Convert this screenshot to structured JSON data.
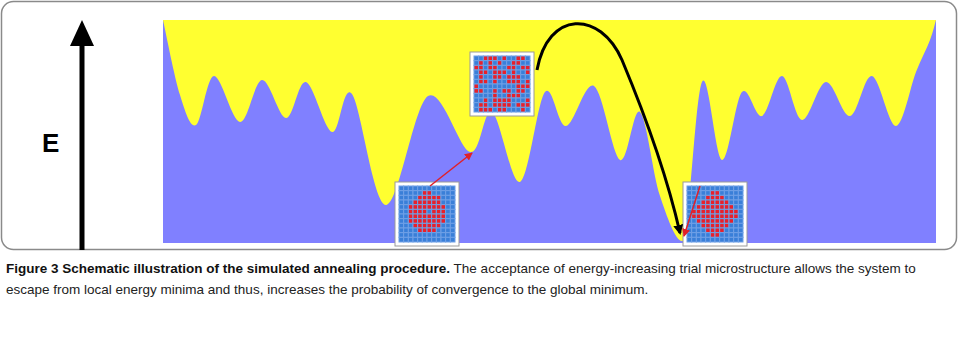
{
  "diagram": {
    "title": "Figure 3 Schematic illustration of the simulated annealing procedure.",
    "caption": "The acceptance of energy-increasing trial microstructure allows the system to escape from local energy minima and thus, increases the probability of convergence to the global minimum.",
    "labels": [
      "E"
    ]
  }
}
